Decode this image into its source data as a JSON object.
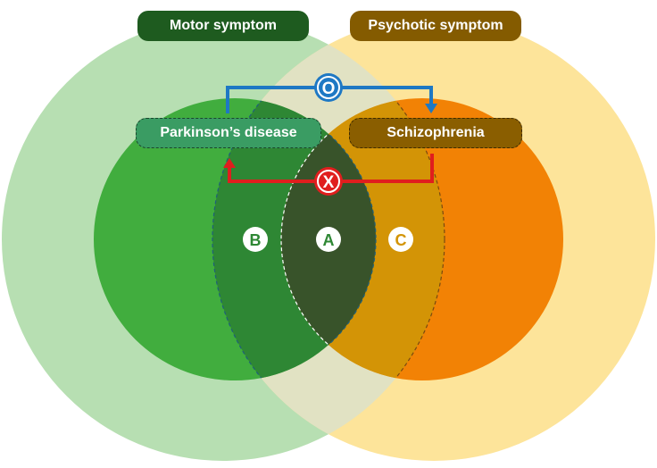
{
  "labels": {
    "motor": "Motor symptom",
    "psychotic": "Psychotic symptom",
    "parkinsons": "Parkinson’s disease",
    "schizophrenia": "Schizophrenia"
  },
  "regions": {
    "a": "A",
    "b": "B",
    "c": "C"
  },
  "markers": {
    "positive": "O",
    "negative": "X"
  },
  "colors": {
    "motor_circle": "#b7dfb2",
    "psychotic_circle": "#fde49a",
    "outer_overlap": "#e1e2c3",
    "parkinsons_circle": "#41ad3e",
    "schizophrenia_circle": "#f28205",
    "region_b": "#2e8734",
    "region_c": "#d39406",
    "region_a": "#38532a",
    "motor_label_bg": "#1e5b1f",
    "psychotic_label_bg": "#845b00",
    "parkinsons_label_bg": "#3a9c63",
    "schizophrenia_label_bg": "#8a5e00",
    "blue_arrow": "#1e78c4",
    "red_arrow": "#e01e1e"
  }
}
